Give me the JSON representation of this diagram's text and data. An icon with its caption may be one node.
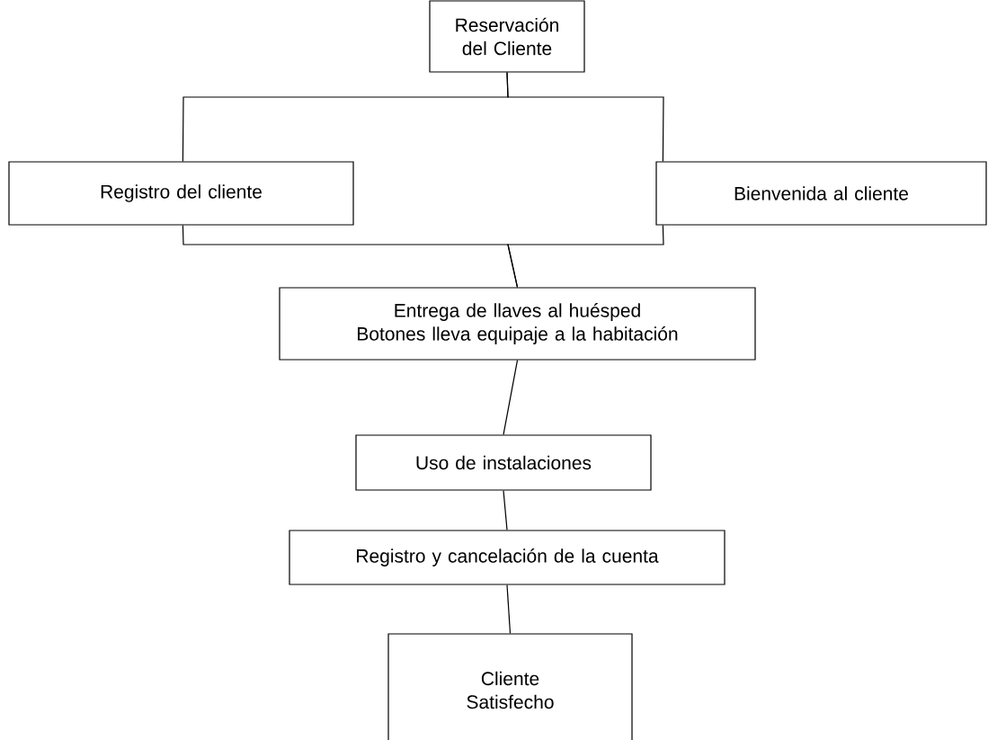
{
  "diagram": {
    "nodes": [
      {
        "text": [
          "Reservación del Cliente"
        ]
      },
      {
        "text": [
          "Registro del cliente"
        ]
      },
      {
        "text": [
          "Bienvenida al cliente"
        ]
      },
      {
        "text": [
          "Entrega de llaves al huésped",
          "Botones lleva equipaje a la habitación"
        ]
      },
      {
        "text": [
          "Uso de instalaciones"
        ]
      },
      {
        "text": [
          "Registro y cancelación de la cuenta"
        ]
      },
      {
        "text": [
          "Cliente Satisfecho"
        ]
      }
    ],
    "edges": [
      {
        "from": 0,
        "to": 1,
        "arrow": "none"
      },
      {
        "from": 0,
        "to": 2,
        "arrow": "none"
      },
      {
        "from": 1,
        "to": 3,
        "arrow": "none"
      },
      {
        "from": 2,
        "to": 3,
        "arrow": "none"
      },
      {
        "from": 3,
        "to": 4,
        "arrow": "none"
      },
      {
        "from": 4,
        "to": 5,
        "arrow": "none"
      },
      {
        "from": 5,
        "to": 6,
        "arrow": "none"
      }
    ]
  }
}
